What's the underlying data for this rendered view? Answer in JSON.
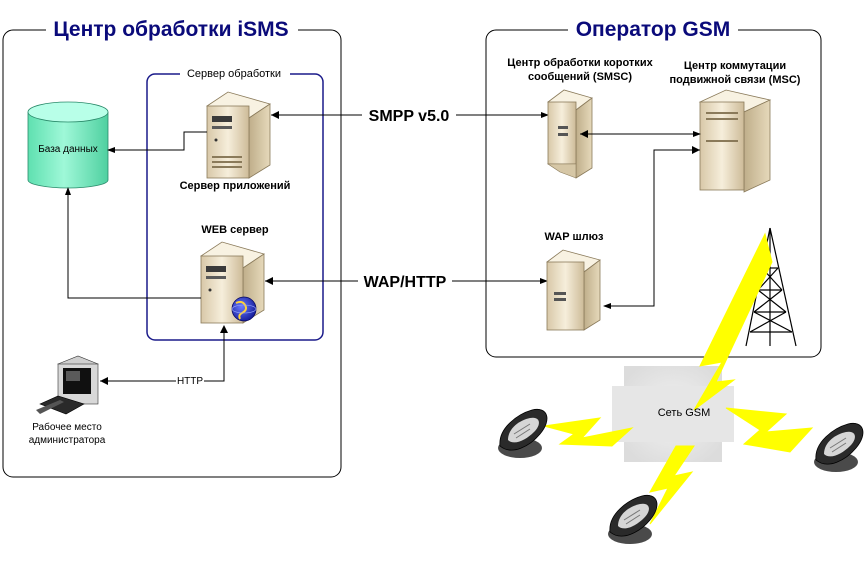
{
  "isms": {
    "title": "Центр обработки iSMS",
    "server_group": "Сервер обработки",
    "database": "База данных",
    "app_server": "Сервер приложений",
    "web_server": "WEB сервер",
    "http_link": "HTTP",
    "workstation_line1": "Рабочее место",
    "workstation_line2": "администратора"
  },
  "gsm": {
    "title": "Оператор GSM",
    "smsc_line1": "Центр обработки коротких",
    "smsc_line2": "сообщений (SMSC)",
    "msc_line1": "Центр коммутации",
    "msc_line2": "подвижной связи (MSC)",
    "wap_gateway": "WAP шлюз",
    "network": "Сеть GSM"
  },
  "links": {
    "smpp": "SMPP v5.0",
    "wap": "WAP/HTTP"
  },
  "colors": {
    "title": "#0a0a7a",
    "group_border": "#1a1a8a",
    "database": "#7ff0c8",
    "server_body": "#efe3c8",
    "lightning": "#ffff00"
  }
}
